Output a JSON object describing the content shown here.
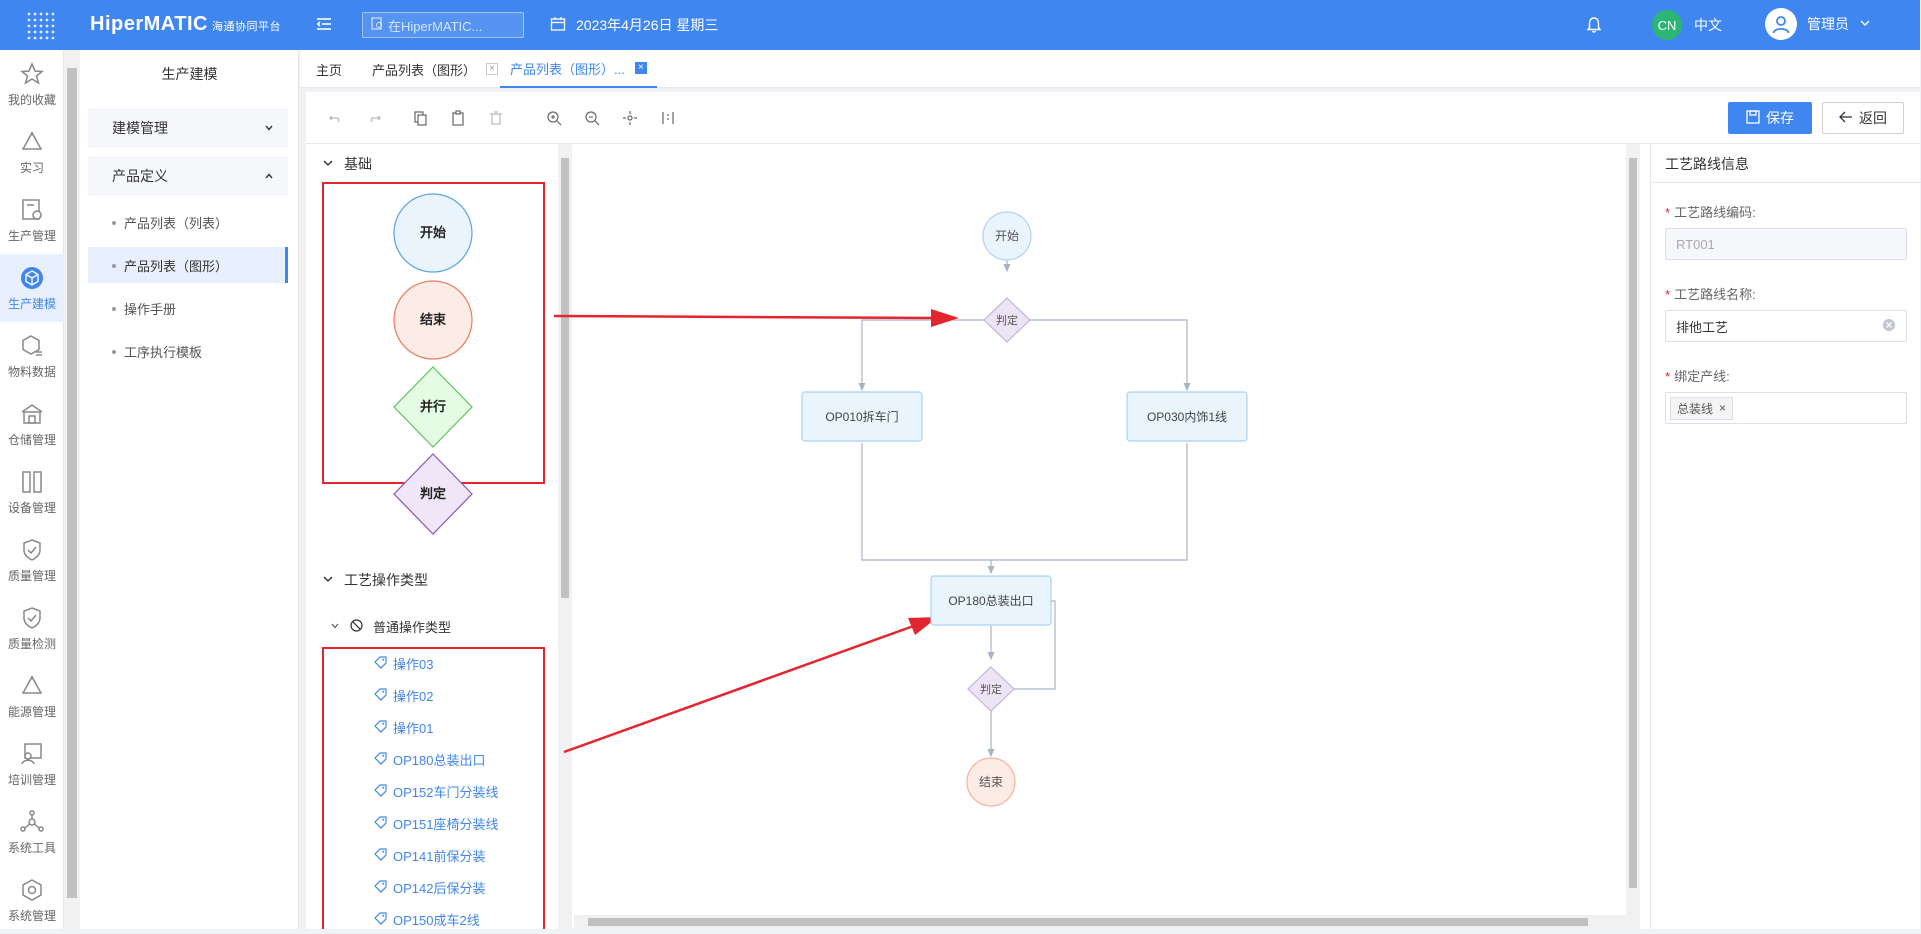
{
  "app": {
    "brand": "HiperMATIC",
    "brand_sub": "海通协同平台",
    "search_placeholder": "在HiperMATIC...",
    "date": "2023年4月26日 星期三",
    "lang_badge": "CN",
    "lang_label": "中文",
    "user_name": "管理员"
  },
  "nav": [
    {
      "label": "我的收藏",
      "icon": "star-icon"
    },
    {
      "label": "实习",
      "icon": "recycle-icon"
    },
    {
      "label": "生产管理",
      "icon": "production-icon"
    },
    {
      "label": "生产建模",
      "icon": "cube-icon"
    },
    {
      "label": "物料数据",
      "icon": "box-icon"
    },
    {
      "label": "仓储管理",
      "icon": "warehouse-icon"
    },
    {
      "label": "设备管理",
      "icon": "device-icon"
    },
    {
      "label": "质量管理",
      "icon": "shield-icon"
    },
    {
      "label": "质量检测",
      "icon": "shield-check-icon"
    },
    {
      "label": "能源管理",
      "icon": "energy-icon"
    },
    {
      "label": "培训管理",
      "icon": "training-icon"
    },
    {
      "label": "系统工具",
      "icon": "network-icon"
    },
    {
      "label": "系统管理",
      "icon": "settings-cube-icon"
    }
  ],
  "submenu": {
    "title": "生产建模",
    "groups": [
      {
        "label": "建模管理"
      },
      {
        "label": "产品定义"
      }
    ],
    "items": [
      {
        "label": "产品列表（列表）"
      },
      {
        "label": "产品列表（图形）"
      },
      {
        "label": "操作手册"
      },
      {
        "label": "工序执行模板"
      }
    ]
  },
  "tabs": [
    {
      "label": "主页"
    },
    {
      "label": "产品列表（图形）"
    },
    {
      "label": "产品列表（图形）..."
    }
  ],
  "toolbar": {
    "save_label": "保存",
    "back_label": "返回"
  },
  "palette": {
    "basic_title": "基础",
    "shapes": [
      "开始",
      "结束",
      "并行",
      "判定"
    ],
    "ops_title": "工艺操作类型",
    "ops_group": "普通操作类型",
    "ops": [
      "操作03",
      "操作02",
      "操作01",
      "OP180总装出口",
      "OP152车门分装线",
      "OP151座椅分装线",
      "OP141前保分装",
      "OP142后保分装",
      "OP150成车2线"
    ]
  },
  "flow": {
    "start": "开始",
    "decision1": "判定",
    "op_left": "OP010拆车门",
    "op_right": "OP030内饰1线",
    "op_merge": "OP180总装出口",
    "decision2": "判定",
    "end": "结束"
  },
  "panel": {
    "title": "工艺路线信息",
    "code_label": "工艺路线编码:",
    "code_value": "RT001",
    "name_label": "工艺路线名称:",
    "name_value": "排他工艺",
    "line_label": "绑定产线:",
    "line_tag": "总装线"
  },
  "colors": {
    "primary": "#3f86f0",
    "annotation_red": "#e3252f",
    "start_fill": "#eaf4fd",
    "end_fill": "#fdece6",
    "parallel_fill": "#e4fbe4",
    "decision_fill": "#efe6f7"
  }
}
